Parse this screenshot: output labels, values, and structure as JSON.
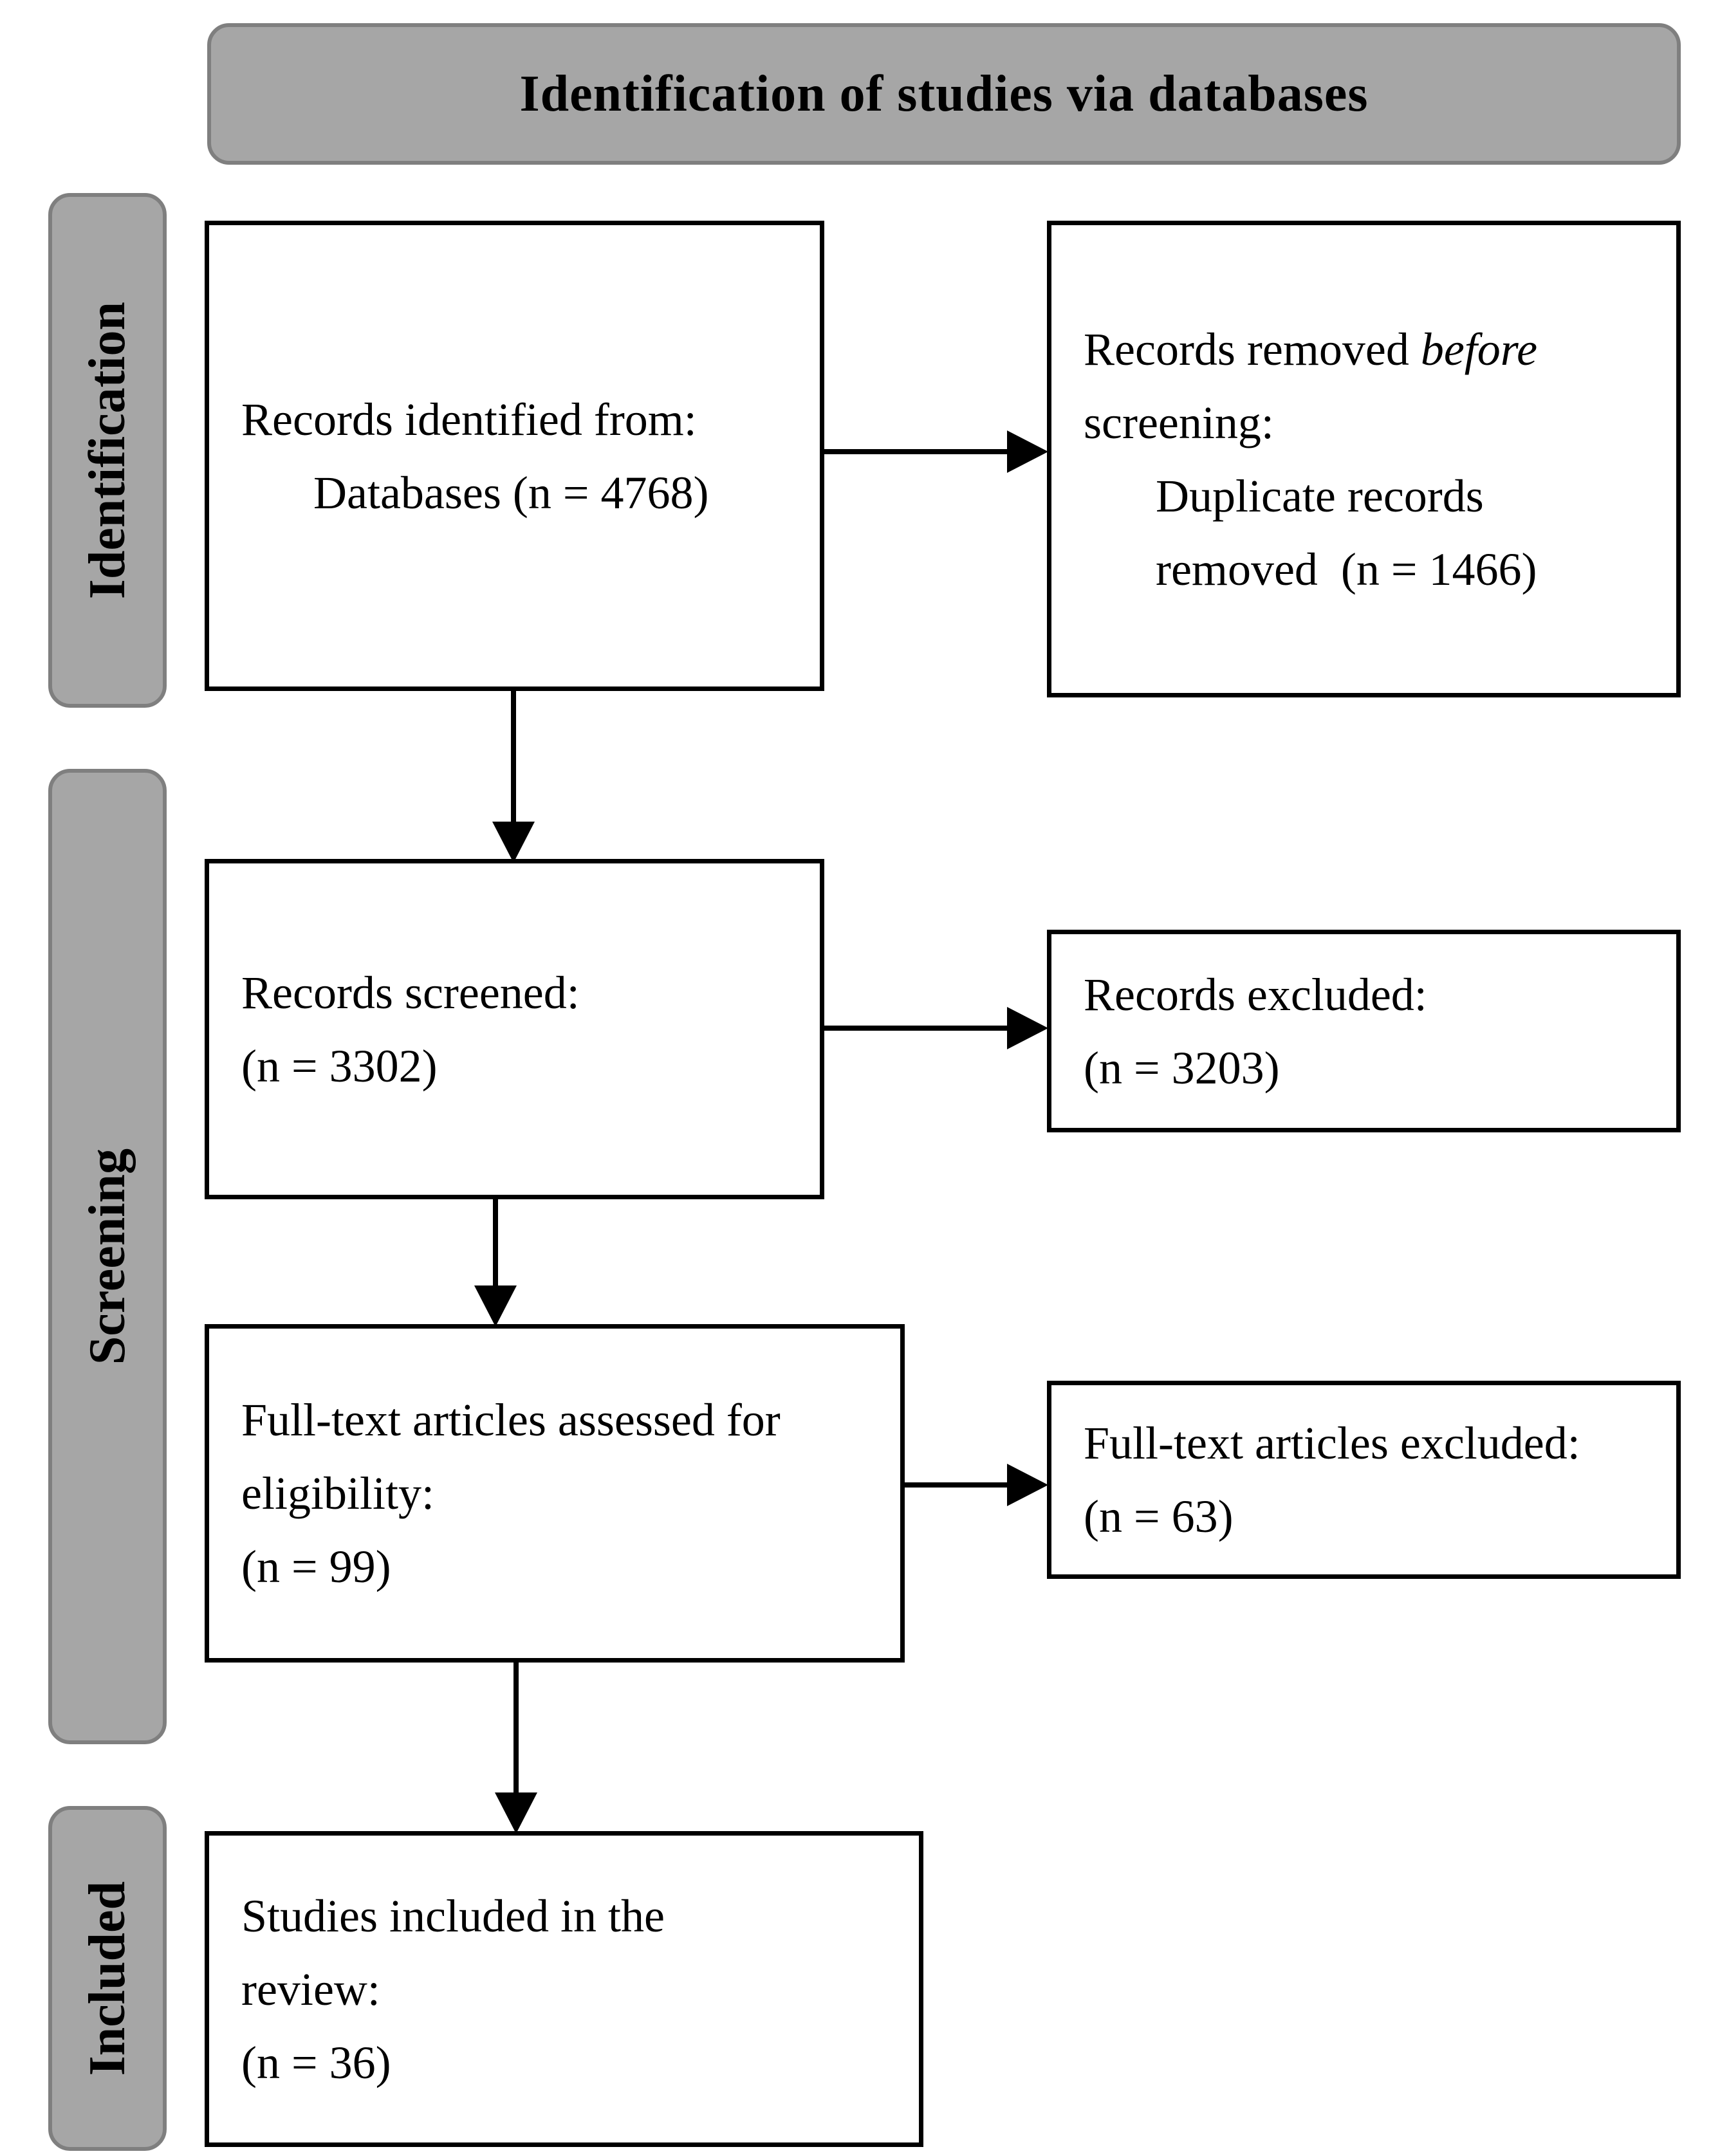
{
  "diagram": {
    "type": "prisma-flow-diagram",
    "banner_title": "Identification of studies via databases",
    "stages": [
      {
        "id": "identification",
        "label": "Identification"
      },
      {
        "id": "screening",
        "label": "Screening"
      },
      {
        "id": "included",
        "label": "Included"
      }
    ],
    "boxes": {
      "records_identified": {
        "line1": "Records identified from:",
        "line2": "Databases (n = 4768)"
      },
      "records_removed": {
        "line1_normal": "Records removed ",
        "line1_italic": "before",
        "line2": "screening:",
        "line3": "Duplicate records",
        "line4": "removed  (n = 1466)"
      },
      "records_screened": {
        "line1": "Records screened:",
        "line2": "(n = 3302)"
      },
      "records_excluded": {
        "line1": "Records excluded:",
        "line2": "(n = 3203)"
      },
      "fulltext_assessed": {
        "line1": "Full-text articles assessed for",
        "line2": "eligibility:",
        "line3": "(n = 99)"
      },
      "fulltext_excluded": {
        "line1": "Full-text articles excluded:",
        "line2": "(n = 63)"
      },
      "studies_included": {
        "line1": "Studies included in the",
        "line2": "review:",
        "line3": "(n = 36)"
      }
    },
    "counts": {
      "databases_identified": 4768,
      "duplicates_removed": 1466,
      "records_screened": 3302,
      "records_excluded": 3203,
      "fulltext_assessed": 99,
      "fulltext_excluded": 63,
      "studies_included": 36
    },
    "colors": {
      "banner_fill": "#a6a6a6",
      "banner_border": "#7f7f7f",
      "box_border": "#000000",
      "arrow": "#000000",
      "background": "#ffffff",
      "text": "#000000"
    }
  }
}
